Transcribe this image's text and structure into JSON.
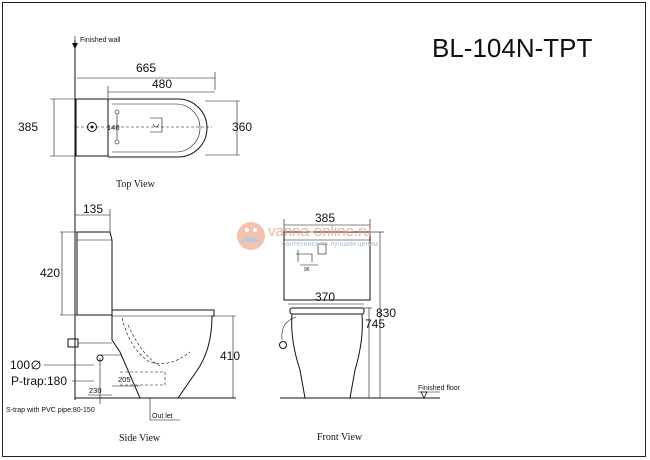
{
  "title": "BL-104N-TPT",
  "labels": {
    "finished_wall": "Finished wall",
    "finished_floor": "Finished floor",
    "top_view": "Top View",
    "side_view": "Side View",
    "front_view": "Front View",
    "outlet": "Out let",
    "s_trap": "S-trap with PVC pipe:80-150",
    "p_trap": "P-trap:180"
  },
  "dimensions": {
    "top_665": "665",
    "top_480": "480",
    "top_385": "385",
    "top_360": "360",
    "top_140": "140",
    "side_135": "135",
    "side_420": "420",
    "side_100": "100",
    "side_410": "410",
    "side_230": "230",
    "side_205": "205",
    "front_385": "385",
    "front_370": "370",
    "front_830": "830",
    "front_745": "745",
    "front_96": "96"
  },
  "watermark": {
    "brand": "vanna-online.ru",
    "tagline": "сантехника по лучшим ценам"
  }
}
